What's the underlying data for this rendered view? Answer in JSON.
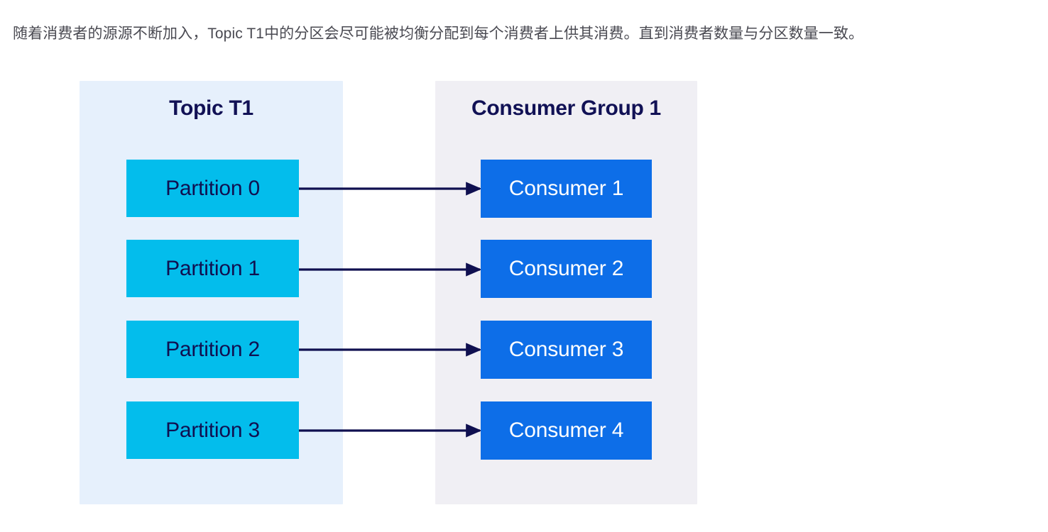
{
  "caption": {
    "text": "随着消费者的源源不断加入，Topic T1中的分区会尽可能被均衡分配到每个消费者上供其消费。直到消费者数量与分区数量一致。"
  },
  "diagram": {
    "type": "flow",
    "colors": {
      "topic_panel_bg": "#e6f0fc",
      "group_panel_bg": "#f0eff4",
      "partition_fill": "#03bdec",
      "partition_text": "#101050",
      "consumer_fill": "#0d6ee8",
      "consumer_text": "#ffffff",
      "title_text": "#111155",
      "arrow": "#101050",
      "caption_text": "#4a4a52"
    },
    "topic_panel": {
      "title": "Topic T1",
      "partitions": [
        {
          "label": "Partition 0"
        },
        {
          "label": "Partition 1"
        },
        {
          "label": "Partition 2"
        },
        {
          "label": "Partition 3"
        }
      ]
    },
    "group_panel": {
      "title": "Consumer Group 1",
      "consumers": [
        {
          "label": "Consumer 1"
        },
        {
          "label": "Consumer 2"
        },
        {
          "label": "Consumer 3"
        },
        {
          "label": "Consumer 4"
        }
      ]
    },
    "connections": [
      {
        "from": "Partition 0",
        "to": "Consumer 1"
      },
      {
        "from": "Partition 1",
        "to": "Consumer 2"
      },
      {
        "from": "Partition 2",
        "to": "Consumer 3"
      },
      {
        "from": "Partition 3",
        "to": "Consumer 4"
      }
    ]
  }
}
